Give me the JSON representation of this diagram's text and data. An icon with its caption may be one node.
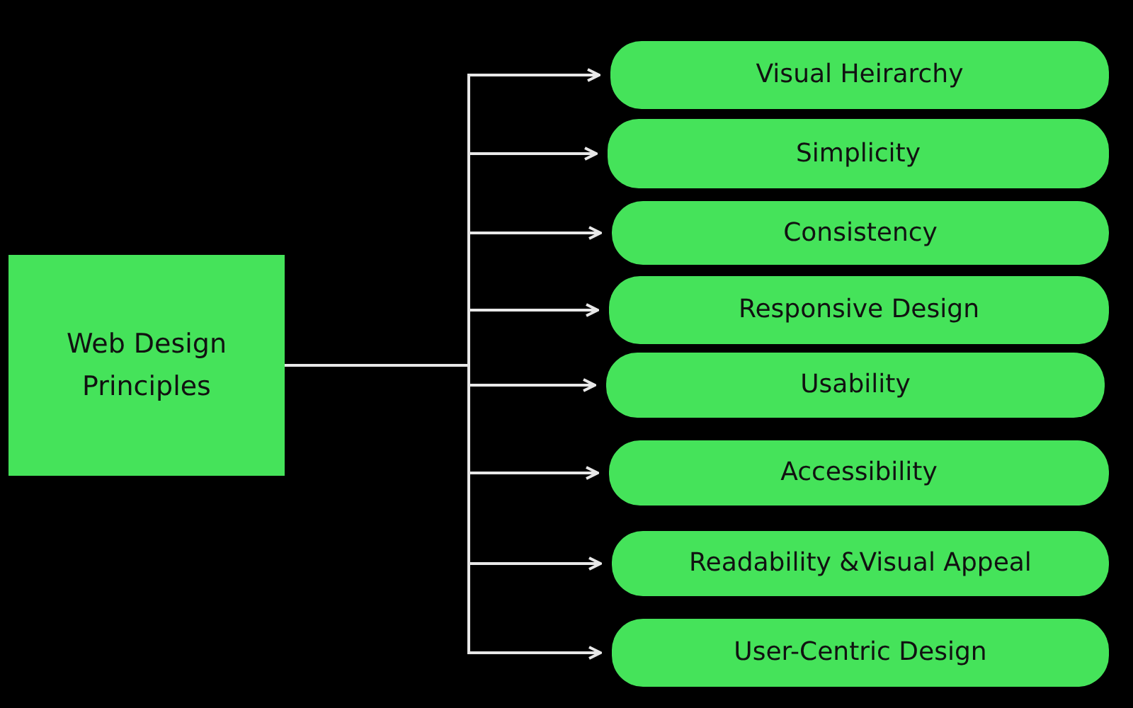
{
  "diagram": {
    "nodes": [
      {
        "text": [
          "Web Design Principles"
        ]
      },
      {
        "text": [
          "Visual Heirarchy"
        ]
      },
      {
        "text": [
          "Simplicity"
        ]
      },
      {
        "text": [
          "Consistency"
        ]
      },
      {
        "text": [
          "Responsive Design"
        ]
      },
      {
        "text": [
          "Usability"
        ]
      },
      {
        "text": [
          "Accessibility"
        ]
      },
      {
        "text": [
          "Readability &Visual Appeal"
        ]
      },
      {
        "text": [
          "User-Centric Design"
        ]
      }
    ],
    "edges": [
      {
        "from": 0,
        "to": 1,
        "arrow": "to"
      },
      {
        "from": 0,
        "to": 2,
        "arrow": "to"
      },
      {
        "from": 0,
        "to": 3,
        "arrow": "to"
      },
      {
        "from": 0,
        "to": 4,
        "arrow": "to"
      },
      {
        "from": 0,
        "to": 5,
        "arrow": "to"
      },
      {
        "from": 0,
        "to": 6,
        "arrow": "to"
      },
      {
        "from": 0,
        "to": 7,
        "arrow": "to"
      },
      {
        "from": 0,
        "to": 8,
        "arrow": "to"
      }
    ]
  }
}
